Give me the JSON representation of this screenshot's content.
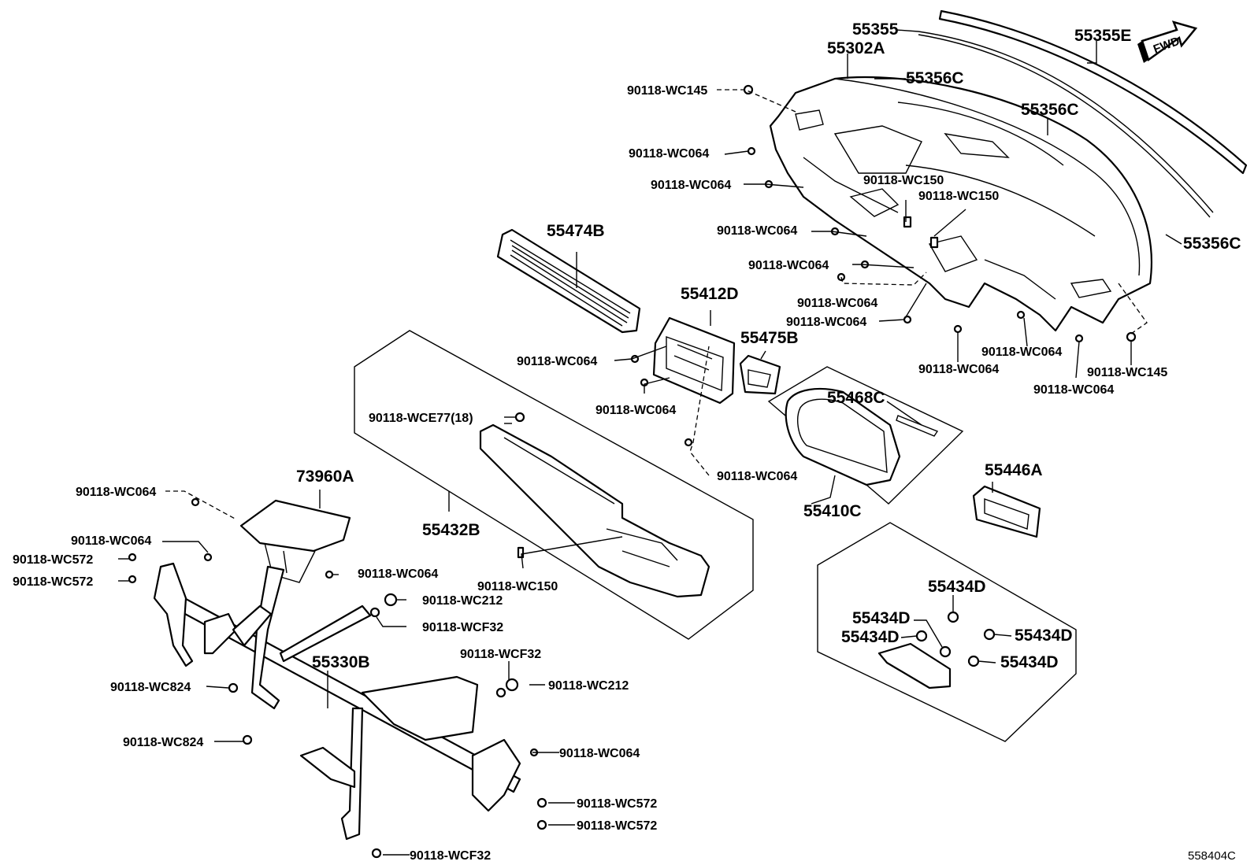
{
  "diagram_id": "558404C",
  "arrow_label": "FWD",
  "labels": {
    "p55355": "55355",
    "p55355E": "55355E",
    "p55302A": "55302A",
    "p55356C_a": "55356C",
    "p55356C_b": "55356C",
    "p55356C_c": "55356C",
    "f_wc145_a": "90118-WC145",
    "f_wc064_a": "90118-WC064",
    "f_wc064_b": "90118-WC064",
    "f_wc150_a": "90118-WC150",
    "f_wc150_b": "90118-WC150",
    "f_wc064_c": "90118-WC064",
    "f_wc064_d": "90118-WC064",
    "f_wc064_e": "90118-WC064",
    "f_wc064_f": "90118-WC064",
    "f_wc064_g": "90118-WC064",
    "f_wc064_h": "90118-WC064",
    "f_wc145_b": "90118-WC145",
    "f_wc064_i": "90118-WC064",
    "p55474B": "55474B",
    "p55412D": "55412D",
    "f_wc064_j": "90118-WC064",
    "p55475B": "55475B",
    "f_wc064_k": "90118-WC064",
    "f_wce77": "90118-WCE77(18)",
    "p55468C": "55468C",
    "f_wc064_l": "90118-WC064",
    "p55410C": "55410C",
    "p55446A": "55446A",
    "p73960A": "73960A",
    "f_wc064_m": "90118-WC064",
    "f_wc064_n": "90118-WC064",
    "f_wc572_a": "90118-WC572",
    "f_wc572_b": "90118-WC572",
    "f_wc064_o": "90118-WC064",
    "p55432B": "55432B",
    "f_wc150_c": "90118-WC150",
    "f_wc212_a": "90118-WC212",
    "f_wcf32_a": "90118-WCF32",
    "p55330B": "55330B",
    "f_wcf32_b": "90118-WCF32",
    "f_wc212_b": "90118-WC212",
    "f_wc824_a": "90118-WC824",
    "f_wc824_b": "90118-WC824",
    "f_wc064_p": "90118-WC064",
    "f_wc572_c": "90118-WC572",
    "f_wc572_d": "90118-WC572",
    "f_wcf32_c": "90118-WCF32",
    "p55434D_a": "55434D",
    "p55434D_b": "55434D",
    "p55434D_c": "55434D",
    "p55434D_d": "55434D",
    "p55434D_e": "55434D"
  }
}
